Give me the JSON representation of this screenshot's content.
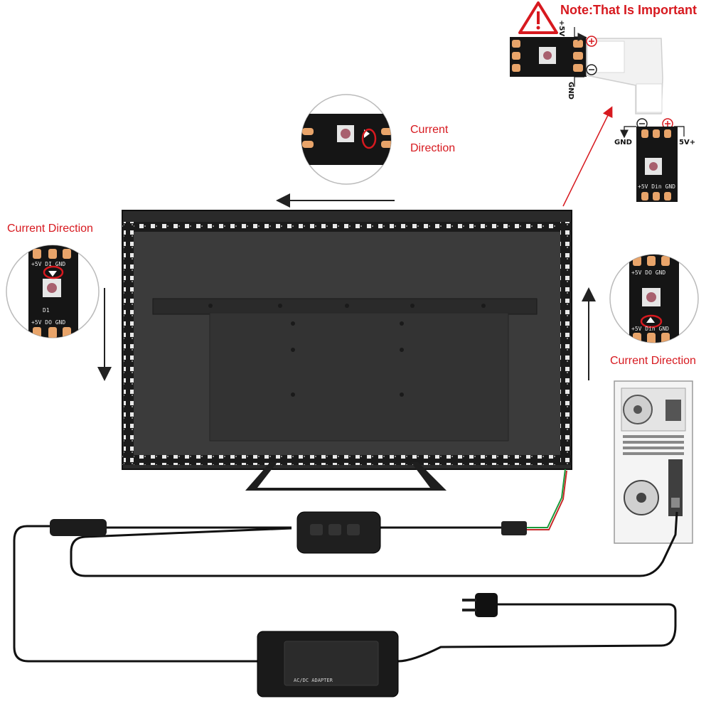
{
  "labels": {
    "note": "Note:That Is Important",
    "current_direction": "Current Direction",
    "current": "Current",
    "direction": "Direction",
    "gnd": "GND",
    "plus_5v": "+5V",
    "five_v_plus": "5V+"
  },
  "silkscreen": {
    "top_row": "+5V DI GND",
    "bottom_row": "+5V DO GND",
    "din_row": "+5V Din GND",
    "d1": "D1"
  },
  "adapter_label": "AC/DC ADAPTER",
  "colors": {
    "annotation_red": "#d7191f",
    "strip_black": "#151515",
    "copper_pad": "#e8a46a",
    "tv_black": "#2b2b2b"
  },
  "icons": [
    "warning-icon",
    "plus-circle-icon",
    "minus-circle-icon",
    "arrow-left-icon",
    "arrow-down-icon",
    "arrow-up-icon",
    "power-plug-icon"
  ]
}
